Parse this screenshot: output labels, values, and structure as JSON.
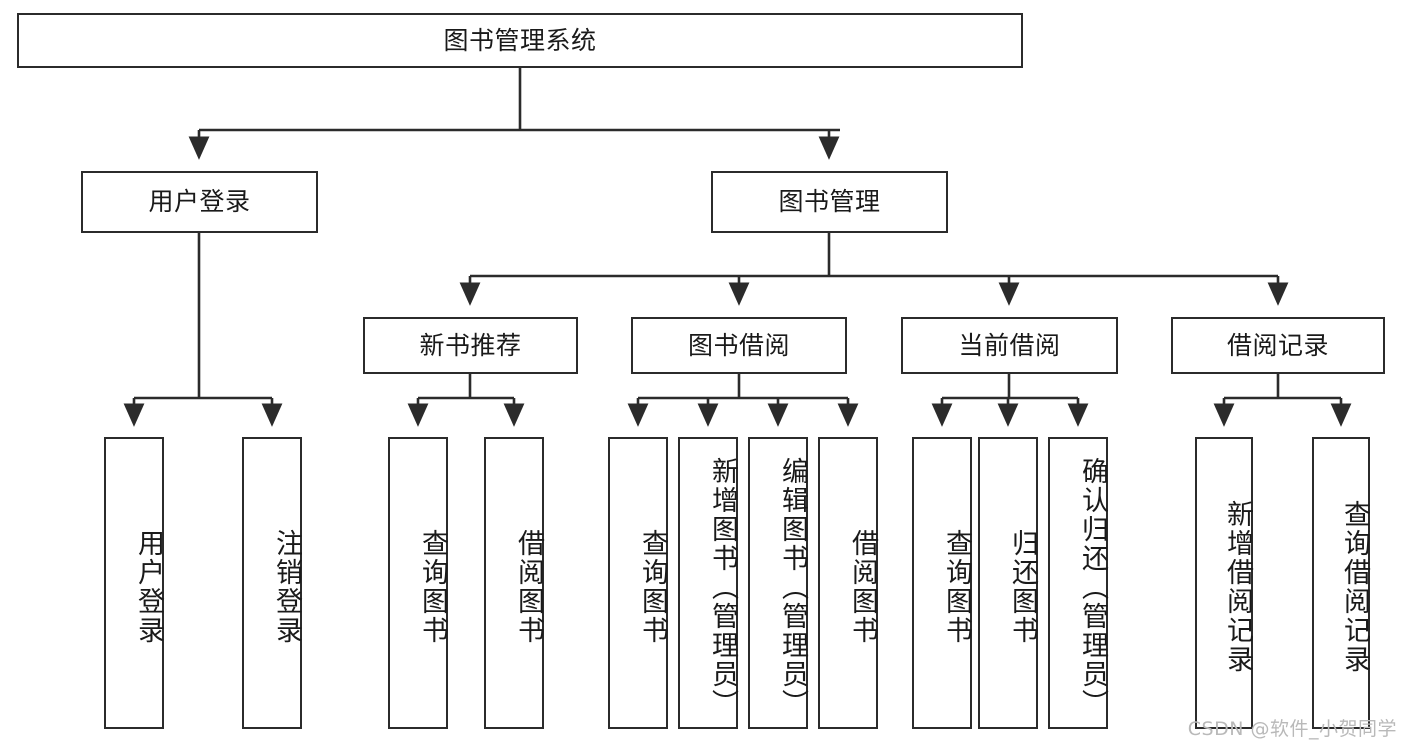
{
  "diagram": {
    "title": "图书管理系统",
    "type": "tree-flowchart",
    "colors": {
      "node_border": "#2b2b2b",
      "node_fill": "#ffffff",
      "edge": "#2b2b2b",
      "text": "#1a1a1a",
      "watermark": "#b9b9b9",
      "background": "#ffffff"
    },
    "root": {
      "label": "图书管理系统"
    },
    "level2": [
      {
        "label": "用户登录"
      },
      {
        "label": "图书管理"
      }
    ],
    "level3": [
      {
        "label": "新书推荐"
      },
      {
        "label": "图书借阅"
      },
      {
        "label": "当前借阅"
      },
      {
        "label": "借阅记录"
      }
    ],
    "leaves": {
      "user_login": [
        {
          "label": "用户登录"
        },
        {
          "label": "注销登录"
        }
      ],
      "new_book_recommend": [
        {
          "label": "查询图书"
        },
        {
          "label": "借阅图书"
        }
      ],
      "book_borrow": [
        {
          "label": "查询图书"
        },
        {
          "label": "新增图书（管理员）"
        },
        {
          "label": "编辑图书（管理员）"
        },
        {
          "label": "借阅图书"
        }
      ],
      "current_borrow": [
        {
          "label": "查询图书"
        },
        {
          "label": "归还图书"
        },
        {
          "label": "确认归还（管理员）"
        }
      ],
      "borrow_records": [
        {
          "label": "新增借阅记录"
        },
        {
          "label": "查询借阅记录"
        }
      ]
    },
    "watermark": "CSDN @软件_小贺同学"
  }
}
